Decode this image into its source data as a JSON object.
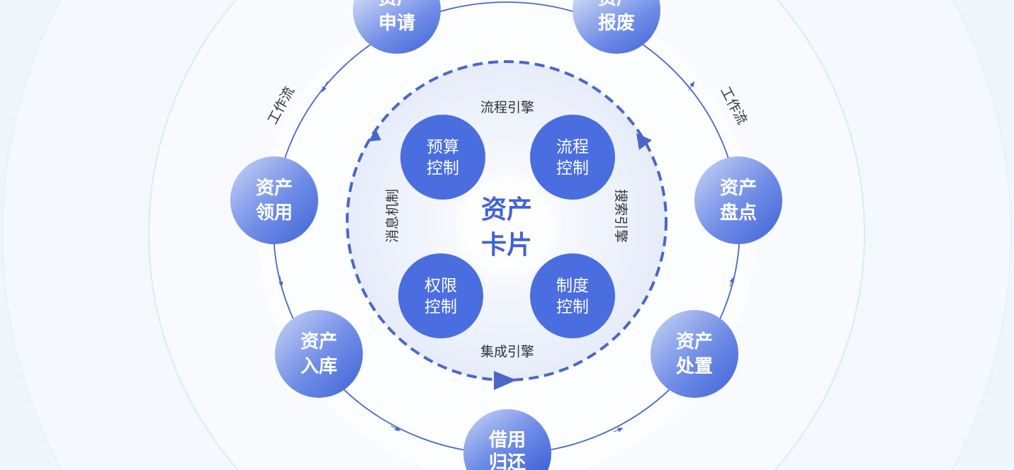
{
  "center": {
    "line1": "资产",
    "line2": "卡片"
  },
  "outer_nodes": [
    {
      "id": "apply",
      "line1": "资产",
      "line2": "申请"
    },
    {
      "id": "scrap",
      "line1": "资产",
      "line2": "报废"
    },
    {
      "id": "receive",
      "line1": "资产",
      "line2": "领用"
    },
    {
      "id": "inventory",
      "line1": "资产",
      "line2": "盘点"
    },
    {
      "id": "storage",
      "line1": "资产",
      "line2": "入库"
    },
    {
      "id": "disposal",
      "line1": "资产",
      "line2": "处置"
    },
    {
      "id": "borrow",
      "line1": "借用",
      "line2": "归还"
    }
  ],
  "inner_nodes": [
    {
      "id": "budget",
      "line1": "预算",
      "line2": "控制"
    },
    {
      "id": "process",
      "line1": "流程",
      "line2": "控制"
    },
    {
      "id": "permission",
      "line1": "权限",
      "line2": "控制"
    },
    {
      "id": "policy",
      "line1": "制度",
      "line2": "控制"
    }
  ],
  "ring_labels": {
    "top": "流程引擎",
    "right": "搜索引擎",
    "bottom": "集成引擎",
    "left": "消息机制"
  },
  "workflow_labels": {
    "left": "工作流",
    "right": "工作流"
  },
  "colors": {
    "accent": "#4a6ee0",
    "line": "#4a67c8",
    "bg_ring": "#eef3fc"
  }
}
